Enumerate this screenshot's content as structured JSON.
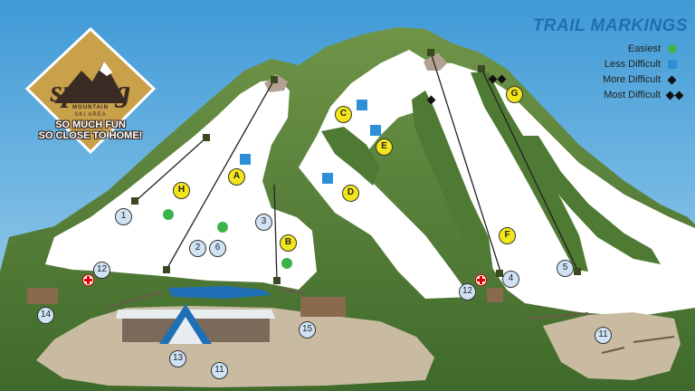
{
  "legend": {
    "title": "TRAIL MARKINGS",
    "items": [
      {
        "label": "Easiest",
        "symbol": "green-circle"
      },
      {
        "label": "Less Difficult",
        "symbol": "blue-square"
      },
      {
        "label": "More Difficult",
        "symbol": "black-diamond"
      },
      {
        "label": "Most Difficult",
        "symbol": "double-black-diamond"
      }
    ]
  },
  "logo": {
    "name": "spring",
    "line1": "MOUNTAIN",
    "line2": "SKI AREA",
    "tagline_1": "SO MUCH FUN",
    "tagline_2": "SO CLOSE TO HOME!"
  },
  "lift_labels": [
    "1",
    "2",
    "3",
    "4",
    "5",
    "6",
    "11",
    "11",
    "12",
    "12",
    "13",
    "14",
    "15"
  ],
  "trail_labels": [
    "A",
    "B",
    "C",
    "D",
    "E",
    "F",
    "G",
    "H"
  ],
  "colors": {
    "sky": "#6fb6e4",
    "forest": "#4f7a33",
    "snow": "#ffffff",
    "base_ground": "#c9bba2",
    "easiest": "#3bb34a",
    "less_difficult": "#2d8fd5",
    "trail_marker": "#f2e51b",
    "legend_title": "#1e6fb6"
  }
}
